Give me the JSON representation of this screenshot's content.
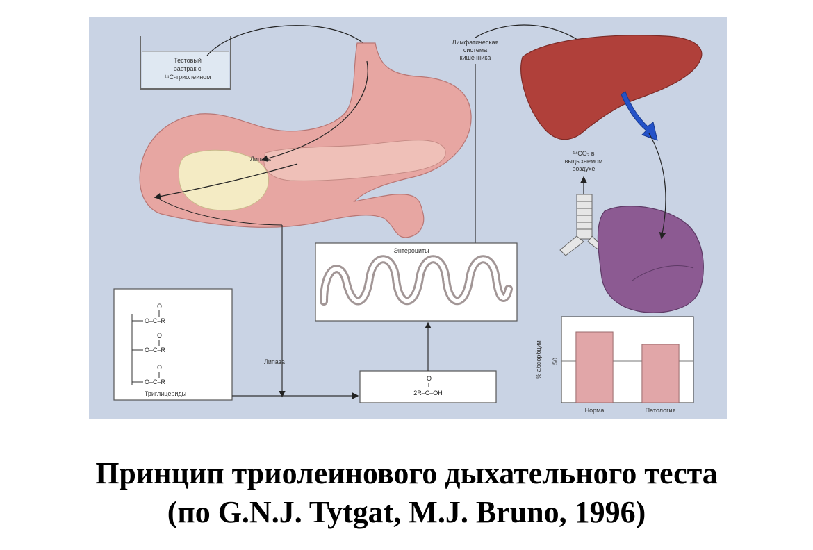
{
  "labels": {
    "test_breakfast": [
      "Тестовый",
      "завтрак с",
      "¹⁴C-триолеином"
    ],
    "lymph": [
      "Лимфатическая",
      "система",
      "кишечника"
    ],
    "lipase_stomach": "Липаза",
    "lipase_duct": "Липаза",
    "enterocytes": "Энтероциты",
    "co2_exhaled": [
      "¹⁴CO₂ в",
      "выдыхаемом",
      "воздухе"
    ],
    "triglycerides": "Триглицериды",
    "fatty_acid": "2R–C–OH",
    "acyl_group": "O–C–R",
    "carbonyl_o": "O"
  },
  "colors": {
    "background": "#c9d3e4",
    "stomach": "#e7a6a2",
    "pancreas": "#efc0b8",
    "fat_blob": "#f4ebc4",
    "liver": "#b0403a",
    "lungs": "#8c5a92",
    "portal_vein": "#2452c8",
    "bar": "#e1a6a8"
  },
  "chart_data": {
    "type": "bar",
    "categories": [
      "Норма",
      "Патология"
    ],
    "values": [
      85,
      70
    ],
    "ylabel": "% абсорбции",
    "yticks": [
      50
    ],
    "ylim": [
      0,
      100
    ]
  },
  "caption": {
    "line1": "Принцип триолеинового дыхательного теста",
    "line2": "(по G.N.J. Tytgat, M.J. Bruno, 1996)"
  }
}
